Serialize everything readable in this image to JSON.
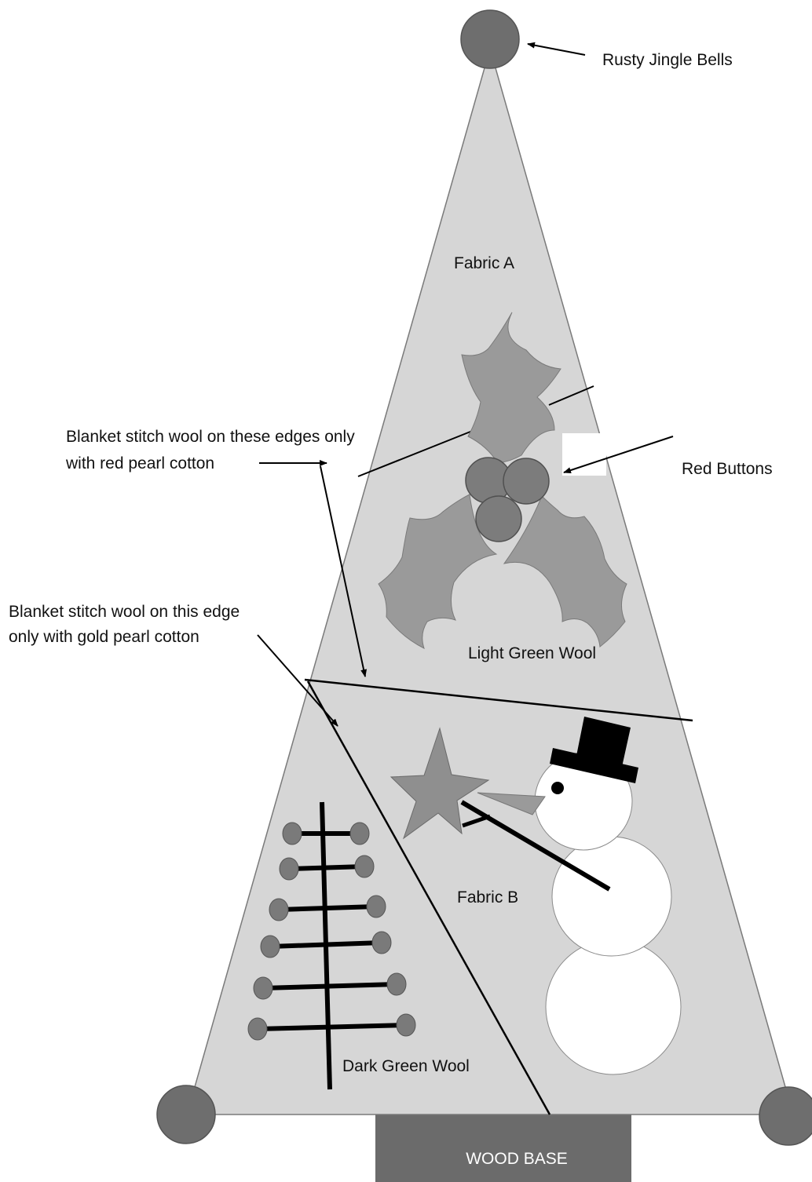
{
  "labels": {
    "rusty_jingle_bells": "Rusty Jingle Bells",
    "fabric_a": "Fabric A",
    "red_buttons": "Red Buttons",
    "blanket_red_line1": "Blanket stitch wool on these edges only",
    "blanket_red_line2": "with red pearl cotton",
    "blanket_gold_line1": "Blanket stitch wool on this edge",
    "blanket_gold_line2": "only with gold pearl cotton",
    "light_green_wool": "Light Green Wool",
    "fabric_b": "Fabric B",
    "dark_green_wool": "Dark Green Wool",
    "wood_base": "WOOD BASE"
  },
  "colors": {
    "tree_fill": "#d6d6d6",
    "tree_outline": "#7a7a7a",
    "bell": "#6e6e6e",
    "leaf": "#9a9a9a",
    "button": "#7c7c7c",
    "star": "#8f8f8f",
    "snowman": "#ffffff",
    "hat": "#000000",
    "wood_base": "#6b6b6b"
  }
}
